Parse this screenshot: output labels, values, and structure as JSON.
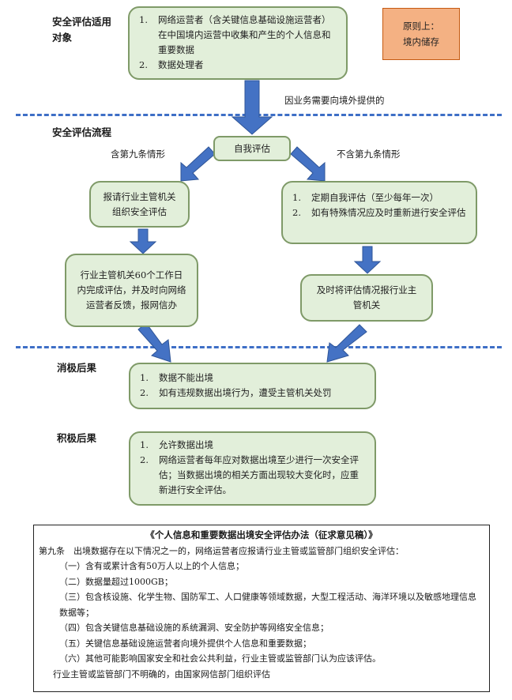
{
  "sections": {
    "scope_label_1": "安全评估适用",
    "scope_label_2": "对象",
    "process_label": "安全评估流程",
    "negative_label": "消极后果",
    "positive_label": "积极后果"
  },
  "scope_box": {
    "items": [
      {
        "num": "1.",
        "text": "网络运营者（含关键信息基础设施运营者）在中国境内运营中收集和产生的个人信息和重要数据"
      },
      {
        "num": "2.",
        "text": "数据处理者"
      }
    ]
  },
  "principle_box": {
    "line1": "原则上：",
    "line2": "境内储存"
  },
  "trigger_note": "因业务需要向境外提供的",
  "self_assessment": "自我评估",
  "branch_left_label": "含第九条情形",
  "branch_right_label": "不含第九条情形",
  "left_box_1": "报请行业主管机关组织安全评估",
  "left_box_2": "行业主管机关60个工作日内完成评估，并及时向网络运营者反馈，报网信办",
  "right_box_1": {
    "items": [
      {
        "num": "1.",
        "text": "定期自我评估（至少每年一次）"
      },
      {
        "num": "2.",
        "text": "如有特殊情况应及时重新进行安全评估"
      }
    ]
  },
  "right_box_2": "及时将评估情况报行业主管机关",
  "negative_box": {
    "items": [
      {
        "num": "1.",
        "text": "数据不能出境"
      },
      {
        "num": "2.",
        "text": "如有违规数据出境行为，遭受主管机关处罚"
      }
    ]
  },
  "positive_box": {
    "items": [
      {
        "num": "1.",
        "text": "允许数据出境"
      },
      {
        "num": "2.",
        "text": "网络运营者每年应对数据出境至少进行一次安全评估；当数据出境的相关方面出现较大变化时，应重新进行安全评估。"
      }
    ]
  },
  "law": {
    "title": "《个人信息和重要数据出境安全评估办法（征求意见稿）》",
    "intro": "第九条　出境数据存在以下情况之一的，网络运营者应报请行业主管或监管部门组织安全评估：",
    "items": [
      "（一）含有或累计含有50万人以上的个人信息；",
      "（二）数据量超过1000GB；",
      "（三）包含核设施、化学生物、国防军工、人口健康等领域数据，大型工程活动、海洋环境以及敏感地理信息数据等；",
      "（四）包含关键信息基础设施的系统漏洞、安全防护等网络安全信息；",
      "（五）关键信息基础设施运营者向境外提供个人信息和重要数据；",
      "（六）其他可能影响国家安全和社会公共利益，行业主管或监管部门认为应该评估。"
    ],
    "closing": "行业主管或监管部门不明确的，由国家网信部门组织评估"
  },
  "colors": {
    "box_fill": "#e2efda",
    "box_border": "#7f9a68",
    "orange_fill": "#f4b183",
    "arrow_blue": "#4472c4",
    "dash_blue": "#3e6fc6"
  }
}
